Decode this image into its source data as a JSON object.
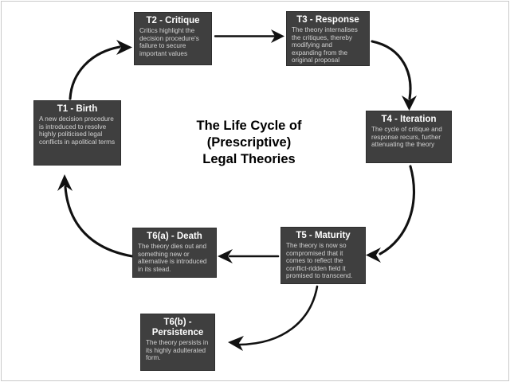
{
  "diagram": {
    "title_lines": [
      "The Life Cycle of",
      "(Prescriptive)",
      "Legal Theories"
    ],
    "colors": {
      "node_fill": "#3f3f3f",
      "node_title": "#ffffff",
      "node_body": "#d2d2d2",
      "arrow": "#000000",
      "background": "#ffffff",
      "frame_border": "#c9c9c9"
    },
    "nodes": [
      {
        "id": "t1",
        "title": "T1 - Birth",
        "body": "A new decision procedure is introduced to resolve highly politicised legal conflicts in apolitical terms"
      },
      {
        "id": "t2",
        "title": "T2 - Critique",
        "body": "Critics highlight the decision procedure's failure to secure important values"
      },
      {
        "id": "t3",
        "title": "T3 - Response",
        "body": "The theory internalises the critiques, thereby modifying and expanding from the original proposal"
      },
      {
        "id": "t4",
        "title": "T4 - Iteration",
        "body": "The cycle of critique and response recurs, further attenuating the theory"
      },
      {
        "id": "t5",
        "title": "T5 - Maturity",
        "body": "The theory is now so compromised that it comes to reflect the conflict-ridden field it promised to transcend."
      },
      {
        "id": "t6a",
        "title": "T6(a) - Death",
        "body": "The theory dies out and something new or alternative is introduced in its stead."
      },
      {
        "id": "t6b",
        "title": "T6(b) - Persistence",
        "body": "The theory persists in its highly adulterated form."
      }
    ],
    "edges": [
      {
        "id": "t1-t2",
        "from": "T1 - Birth",
        "to": "T2 - Critique",
        "style": "curved"
      },
      {
        "id": "t2-t3",
        "from": "T2 - Critique",
        "to": "T3 - Response",
        "style": "straight"
      },
      {
        "id": "t3-t4",
        "from": "T3 - Response",
        "to": "T4 - Iteration",
        "style": "curved"
      },
      {
        "id": "t4-t5",
        "from": "T4 - Iteration",
        "to": "T5 - Maturity",
        "style": "curved"
      },
      {
        "id": "t5-t6a",
        "from": "T5 - Maturity",
        "to": "T6(a) - Death",
        "style": "straight"
      },
      {
        "id": "t5-t6b",
        "from": "T5 - Maturity",
        "to": "T6(b) - Persistence",
        "style": "curved"
      },
      {
        "id": "t6a-t1",
        "from": "T6(a) - Death",
        "to": "T1 - Birth",
        "style": "curved"
      }
    ]
  }
}
